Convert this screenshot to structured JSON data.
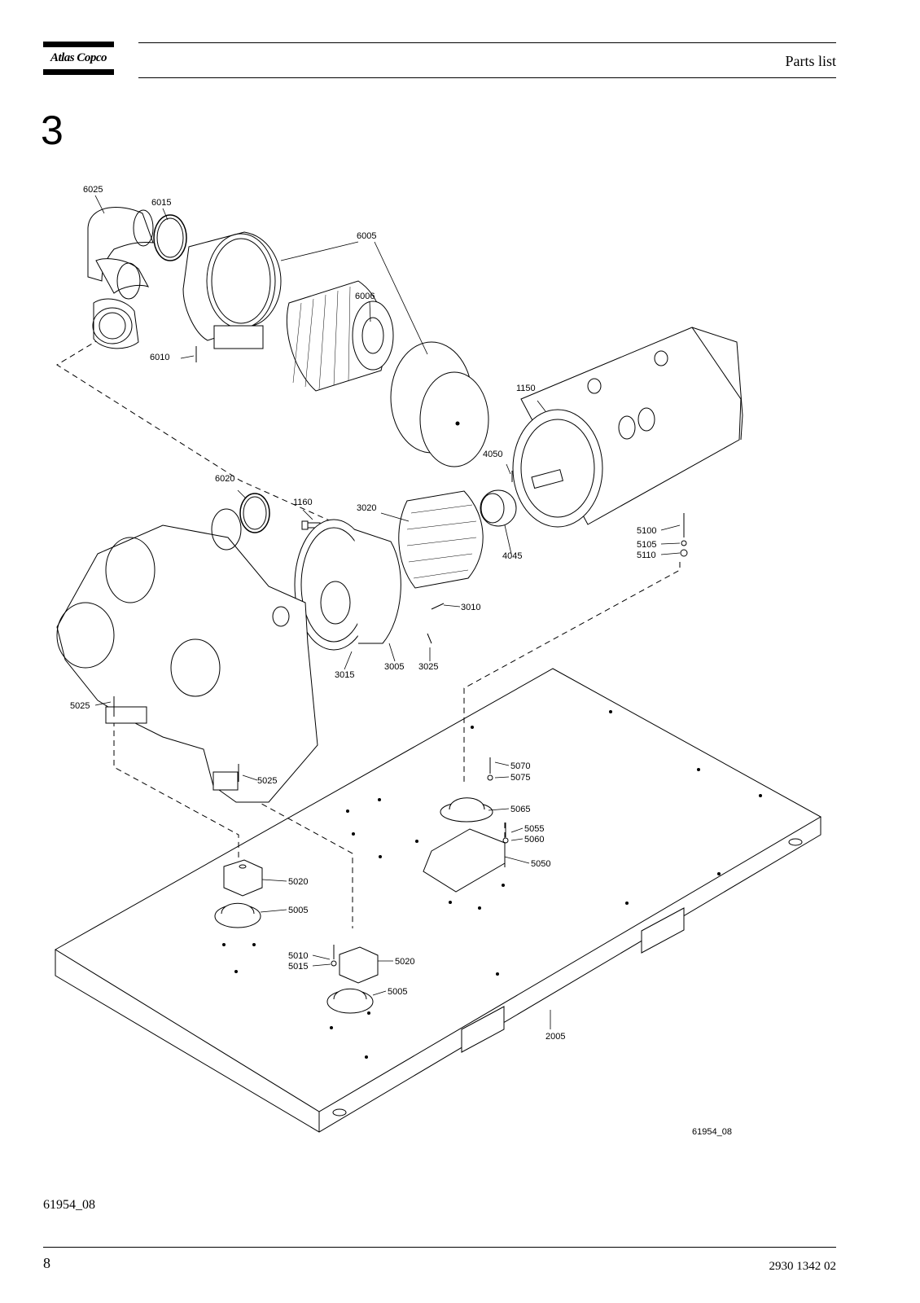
{
  "header": {
    "brand": "Atlas Copco",
    "title": "Parts list"
  },
  "section": {
    "number": "3"
  },
  "drawing": {
    "callouts": {
      "c6025": "6025",
      "c6015": "6015",
      "c6005": "6005",
      "c6006": "6006",
      "c6010": "6010",
      "c1150": "1150",
      "c4050": "4050",
      "c6020": "6020",
      "c1160": "1160",
      "c3020": "3020",
      "c4045": "4045",
      "c5100": "5100",
      "c5105": "5105",
      "c5110": "5110",
      "c3010": "3010",
      "c3015": "3015",
      "c3005": "3005",
      "c3025": "3025",
      "c5025a": "5025",
      "c5025b": "5025",
      "c5070": "5070",
      "c5075": "5075",
      "c5065": "5065",
      "c5055": "5055",
      "c5060": "5060",
      "c5050": "5050",
      "c5020a": "5020",
      "c5005a": "5005",
      "c5010": "5010",
      "c5015": "5015",
      "c5020b": "5020",
      "c5005b": "5005",
      "c2005": "2005"
    },
    "figure_code": "61954_08"
  },
  "figure_id": "61954_08",
  "footer": {
    "page_number": "8",
    "document_number": "2930 1342 02"
  }
}
